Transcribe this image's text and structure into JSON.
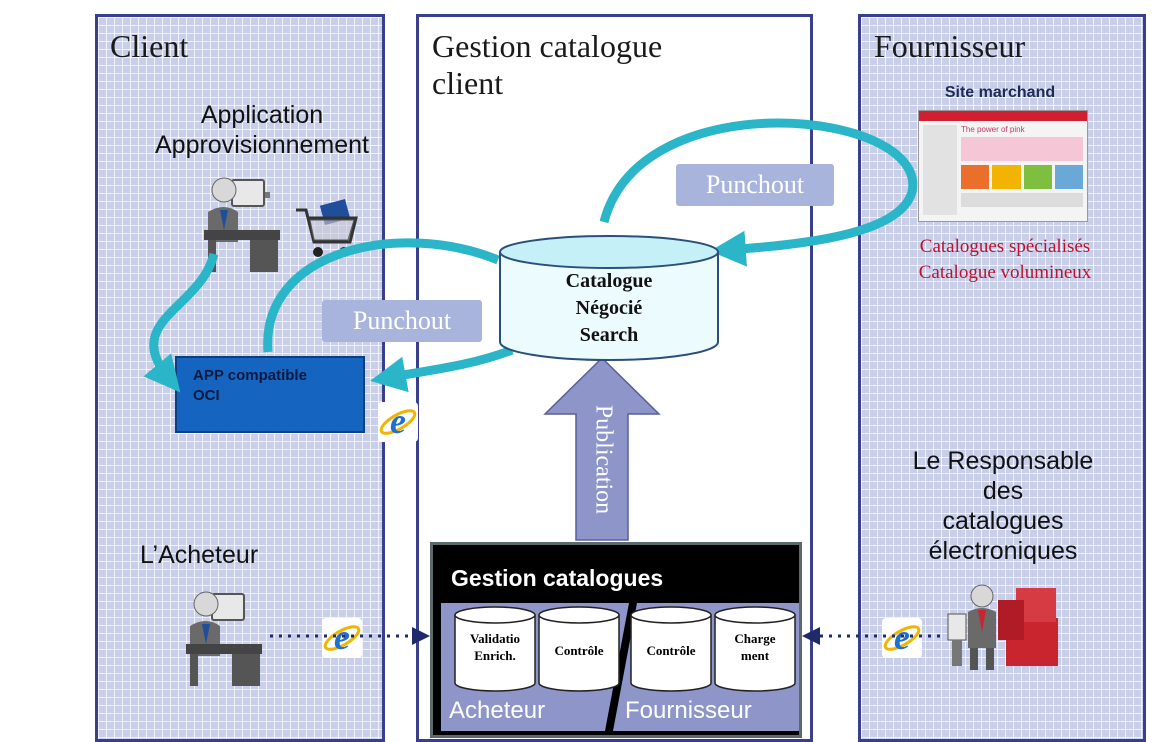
{
  "lanes": {
    "client": {
      "title": "Client",
      "app_label": "Application\nApprovisionnement",
      "app_box_label": "APP compatible\nOCI",
      "buyer_label": "L’Acheteur"
    },
    "center": {
      "title": "Gestion catalogue\nclient",
      "catalogue_db": {
        "line1": "Catalogue",
        "line2": "Négocié",
        "line3": "Search"
      },
      "publication_label": "Publication",
      "gestion_box": {
        "title": "Gestion catalogues",
        "buyer_group": "Acheteur",
        "supplier_group": "Fournisseur",
        "cyl1": "Validatio\nEnrich.",
        "cyl2": "Contrôle",
        "cyl3": "Contrôle",
        "cyl4": "Charge\nment"
      }
    },
    "supplier": {
      "title": "Fournisseur",
      "site_label": "Site marchand",
      "site_screenshot_text": "The power of pink",
      "specialized": "Catalogues spécialisés\nCatalogue volumineux",
      "manager_label": "Le Responsable\ndes\ncatalogues\nélectroniques"
    }
  },
  "punchout_tags": {
    "left": "Punchout",
    "right": "Punchout"
  },
  "colors": {
    "lane_border": "#3a3f8c",
    "lane_grid": "#c9cfe8",
    "arrow": "#2bb5c8",
    "tag_bg": "#a9b4dc",
    "app_box": "#1565c0",
    "red_text": "#c0102a"
  },
  "icons": [
    "user-at-desk-icon",
    "shopping-cart-icon",
    "ie-browser-icon",
    "boxes-icon",
    "database-icon"
  ]
}
